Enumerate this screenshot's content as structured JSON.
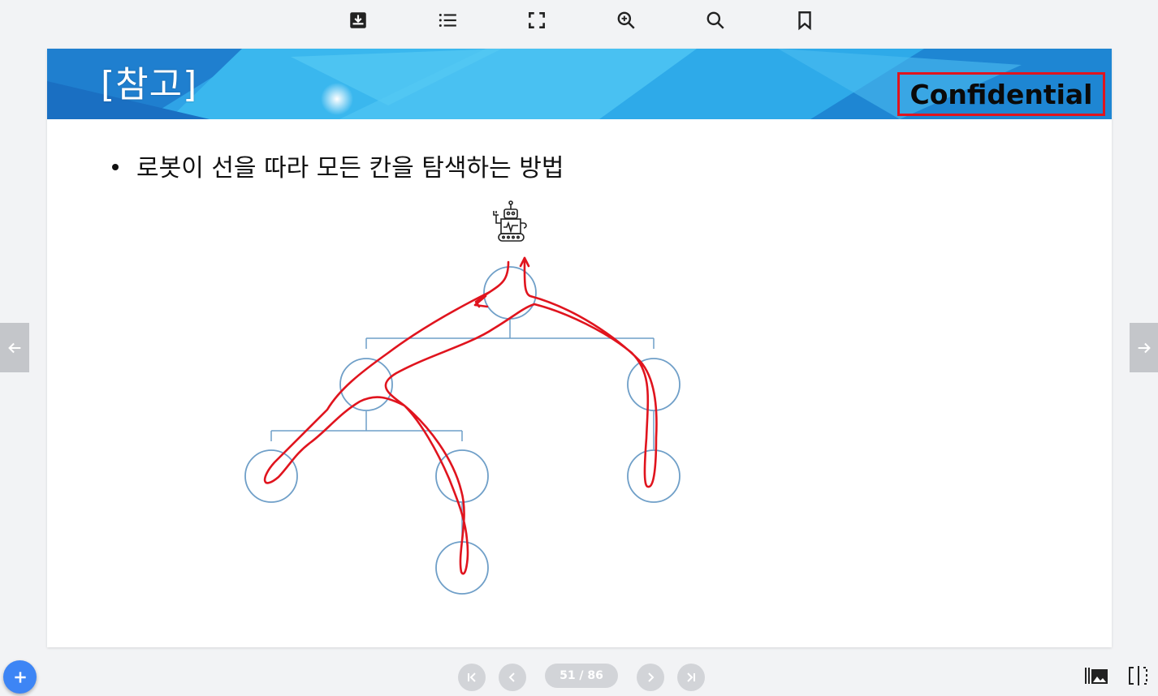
{
  "toolbar": {
    "icons": [
      "download-icon",
      "list-icon",
      "fullscreen-icon",
      "zoom-in-icon",
      "search-icon",
      "bookmark-icon"
    ]
  },
  "slide": {
    "title": "[참고]",
    "confidential": "Confidential",
    "bullet": "로봇이 선을 따라 모든 칸을 탐색하는 방법"
  },
  "pager": {
    "page_label": "51 / 86"
  },
  "colors": {
    "accent": "#3d85f5",
    "confidential_border": "#e0141e",
    "path_red": "#e0141e",
    "node_blue": "#6f9fc8",
    "banner_blue": "#2fa3e6"
  }
}
